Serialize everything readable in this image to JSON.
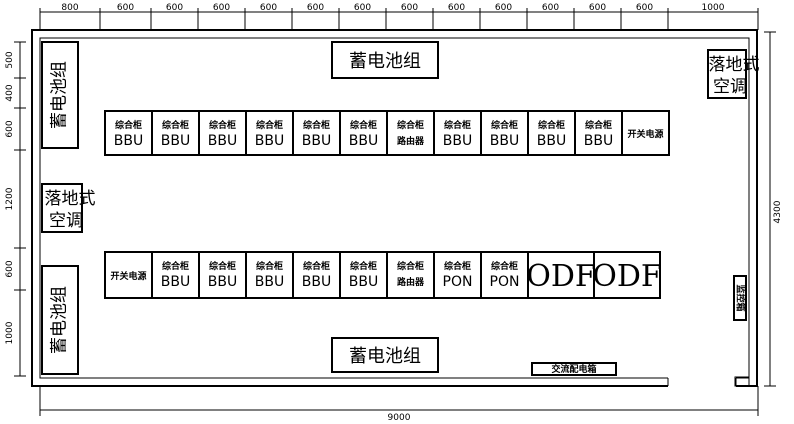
{
  "top_dimensions": [
    "800",
    "600",
    "600",
    "600",
    "600",
    "600",
    "600",
    "600",
    "600",
    "600",
    "600",
    "600",
    "600",
    "1000"
  ],
  "left_dimensions": [
    "500",
    "400",
    "600",
    "1200",
    "600",
    "1000"
  ],
  "right_dimension": "4300",
  "bottom_dimension": "9000",
  "battery_top": "蓄电池组",
  "battery_bottom": "蓄电池组",
  "battery_left_top": "蓄电池组",
  "battery_left_bottom": "蓄电池组",
  "ac_left": [
    "落地式",
    "空调"
  ],
  "ac_right": [
    "落地式",
    "空调"
  ],
  "cabinet_top_word": "综合柜",
  "row1": [
    {
      "top": "综合柜",
      "bottom": "BBU"
    },
    {
      "top": "综合柜",
      "bottom": "BBU"
    },
    {
      "top": "综合柜",
      "bottom": "BBU"
    },
    {
      "top": "综合柜",
      "bottom": "BBU"
    },
    {
      "top": "综合柜",
      "bottom": "BBU"
    },
    {
      "top": "综合柜",
      "bottom": "BBU"
    },
    {
      "top": "综合柜",
      "bottom": "路由器"
    },
    {
      "top": "综合柜",
      "bottom": "BBU"
    },
    {
      "top": "综合柜",
      "bottom": "BBU"
    },
    {
      "top": "综合柜",
      "bottom": "BBU"
    },
    {
      "top": "综合柜",
      "bottom": "BBU"
    },
    {
      "single": "开关电源"
    }
  ],
  "row2": [
    {
      "single": "开关电源"
    },
    {
      "top": "综合柜",
      "bottom": "BBU"
    },
    {
      "top": "综合柜",
      "bottom": "BBU"
    },
    {
      "top": "综合柜",
      "bottom": "BBU"
    },
    {
      "top": "综合柜",
      "bottom": "BBU"
    },
    {
      "top": "综合柜",
      "bottom": "BBU"
    },
    {
      "top": "综合柜",
      "bottom": "路由器"
    },
    {
      "top": "综合柜",
      "bottom": "PON"
    },
    {
      "top": "综合柜",
      "bottom": "PON"
    },
    {
      "big": "ODF"
    },
    {
      "big": "ODF"
    }
  ],
  "ac_distribution_box": "交流配电箱",
  "monitor_box": "监控箱"
}
